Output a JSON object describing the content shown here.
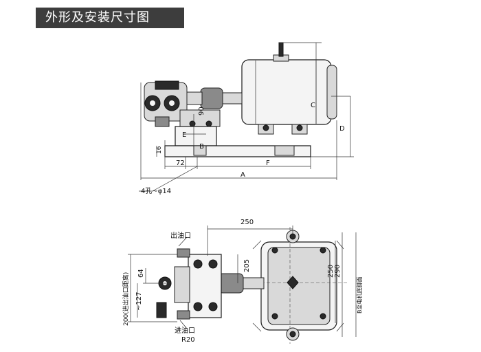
{
  "title": "外形及安装尺寸图",
  "front_view": {
    "dim_a": "A",
    "dim_b": "B",
    "dim_c": "C",
    "dim_d": "D",
    "dim_e": "E",
    "dim_f": "F",
    "dim_90": "90",
    "dim_16": "16",
    "dim_72": "72",
    "holes_note": "4孔~φ14"
  },
  "top_view": {
    "dim_250_top": "250",
    "outlet_label": "出油口",
    "inlet_label": "进油口",
    "dim_205": "205",
    "dim_64": "64",
    "dim_127": "~127",
    "dim_200_note": "200(进出油口距离)",
    "dim_r20": "R20",
    "dim_250_right": "250",
    "dim_290": "290",
    "motor_note": "B至电机底脚面"
  }
}
